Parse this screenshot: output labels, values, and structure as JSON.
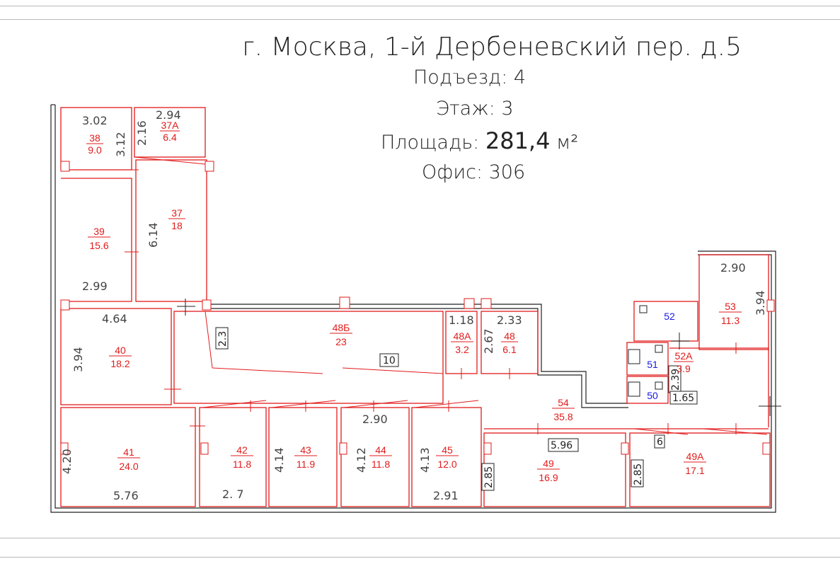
{
  "header": {
    "address": "г. Москва, 1-й Дербеневский пер. д.5",
    "entrance": "Подъезд: 4",
    "floor": "Этаж: 3",
    "area_label": "Площадь:",
    "area_value": "281,4",
    "area_unit": "м²",
    "office": "Офис: 306"
  },
  "rooms": {
    "r38": {
      "num": "38",
      "area": "9.0"
    },
    "r37a": {
      "num": "37А",
      "area": "6.4"
    },
    "r37": {
      "num": "37",
      "area": "18"
    },
    "r39": {
      "num": "39",
      "area": "15.6"
    },
    "r40": {
      "num": "40",
      "area": "18.2"
    },
    "r41": {
      "num": "41",
      "area": "24.0"
    },
    "r42": {
      "num": "42",
      "area": "11.8"
    },
    "r43": {
      "num": "43",
      "area": "11.9"
    },
    "r44": {
      "num": "44",
      "area": "11.8"
    },
    "r45": {
      "num": "45",
      "area": "12.0"
    },
    "r48b": {
      "num": "48Б",
      "area": "23"
    },
    "r48a": {
      "num": "48А",
      "area": "3.2"
    },
    "r48": {
      "num": "48",
      "area": "6.1"
    },
    "r49": {
      "num": "49",
      "area": "16.9"
    },
    "r49a": {
      "num": "49А",
      "area": "17.1"
    },
    "r52a": {
      "num": "52А",
      "area": "3.9"
    },
    "r53": {
      "num": "53",
      "area": "11.3"
    },
    "r54": {
      "num": "54",
      "area": "35.8"
    },
    "r50": {
      "num": "50"
    },
    "r51": {
      "num": "51"
    },
    "r52": {
      "num": "52"
    }
  },
  "dims": {
    "d302": "3.02",
    "d312": "3.12",
    "d216": "2.16",
    "d294": "2.94",
    "d614": "6.14",
    "d299": "2.99",
    "d464": "4.64",
    "d394a": "3.94",
    "d420": "4.20",
    "d576": "5.76",
    "d414": "4.14",
    "d27": "2.  7",
    "d412": "4.12",
    "d413": "4.13",
    "d290a": "2.90",
    "d291": "2.91",
    "d285a": "2.85",
    "d285b": "2.85",
    "d596": "5.96",
    "d6": "6",
    "d10": "10",
    "d23": "2.3",
    "d118": "1.18",
    "d233": "2.33",
    "d267": "2.67",
    "d290b": "2.90",
    "d394b": "3.94",
    "d239": "2.39",
    "d165": "1.65"
  }
}
